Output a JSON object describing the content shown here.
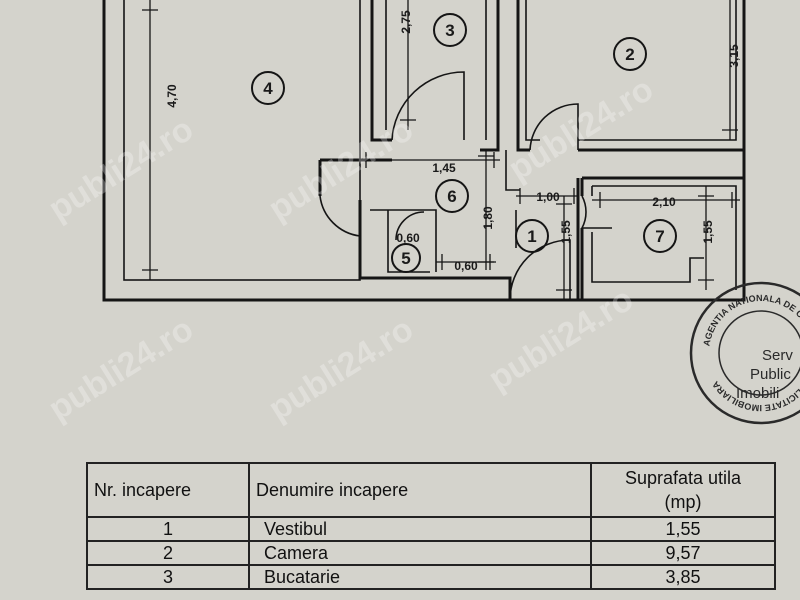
{
  "plan": {
    "rooms": [
      {
        "num": "1"
      },
      {
        "num": "2"
      },
      {
        "num": "3"
      },
      {
        "num": "4"
      },
      {
        "num": "5"
      },
      {
        "num": "6"
      },
      {
        "num": "7"
      }
    ],
    "dims": {
      "d275": "2,75",
      "d315": "3,15",
      "d470": "4,70",
      "d145": "1,45",
      "d100": "1,00",
      "d210": "2,10",
      "d180": "1,80",
      "d155a": "1,55",
      "d155b": "1,55",
      "d060a": "0,60",
      "d060b": "0,60"
    }
  },
  "watermark": "publi24.ro",
  "stamp": {
    "ring_text": "AGENTIA NATIONALA DE CADASTRU SI PUBLICITATE IMOBILIARA",
    "line1": "Serv",
    "line2": "Public",
    "line3": "Imobili"
  },
  "table": {
    "headers": {
      "nr": "Nr. incapere",
      "name": "Denumire incapere",
      "area_line1": "Suprafata utila",
      "area_line2": "(mp)"
    },
    "rows": [
      {
        "nr": "1",
        "name": "Vestibul",
        "area": "1,55"
      },
      {
        "nr": "2",
        "name": "Camera",
        "area": "9,57"
      },
      {
        "nr": "3",
        "name": "Bucatarie",
        "area": "3,85"
      }
    ]
  }
}
